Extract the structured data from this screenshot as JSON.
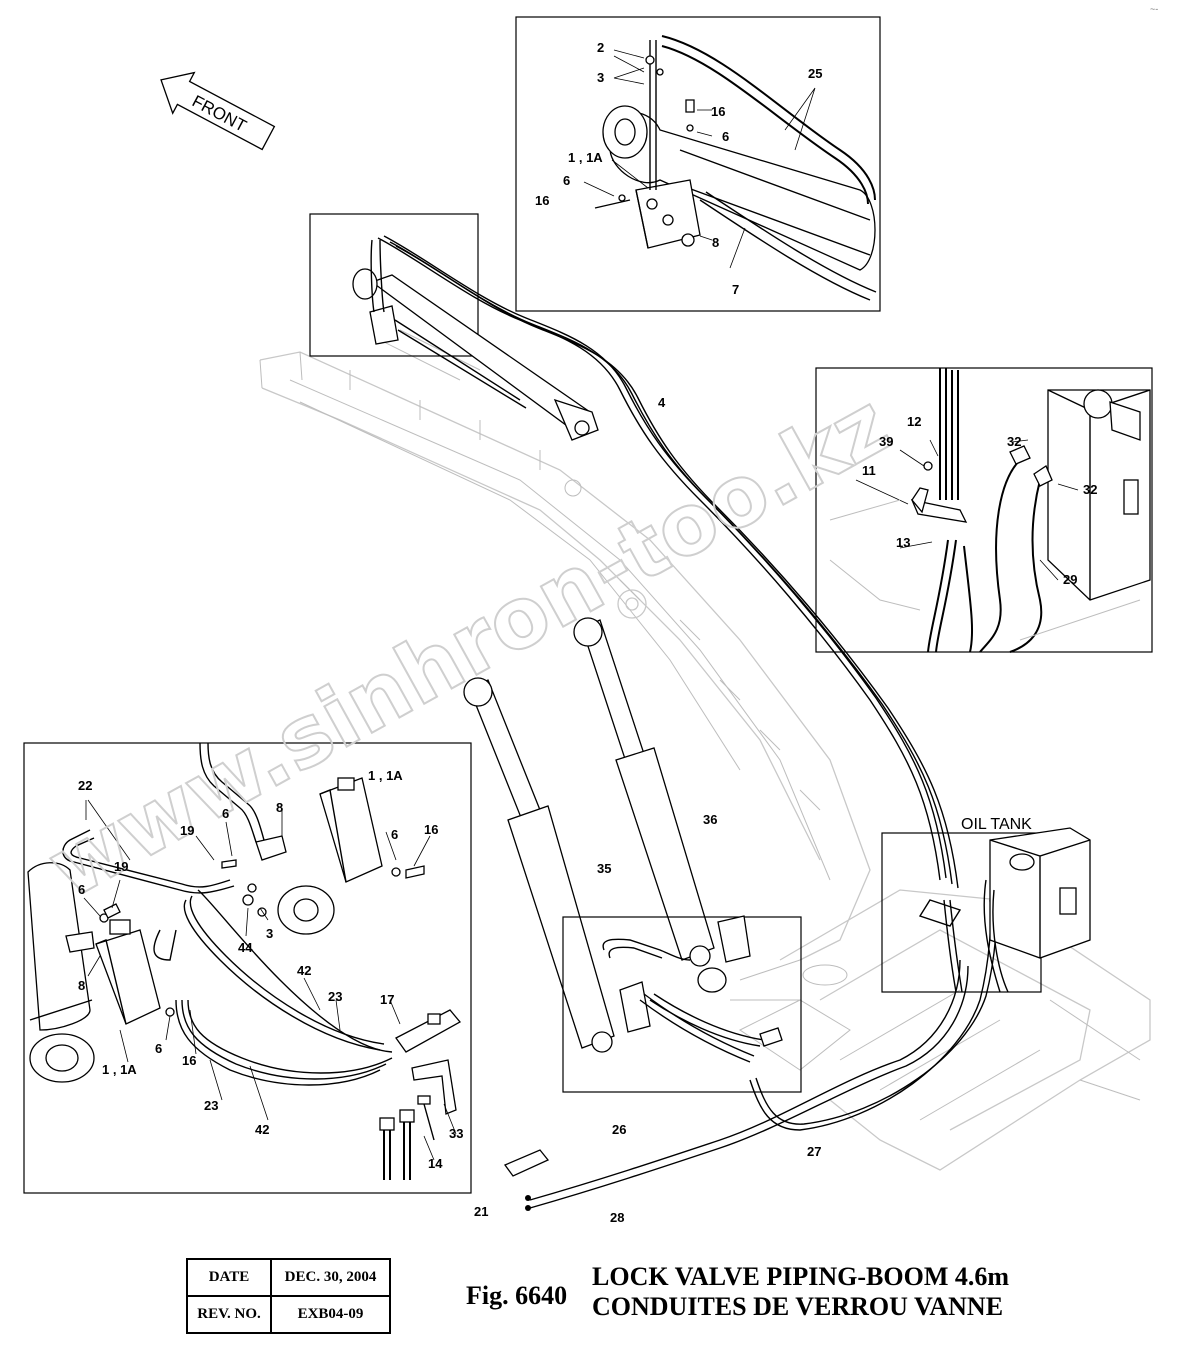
{
  "figure": {
    "number": "Fig. 6640",
    "title_en": "LOCK VALVE PIPING-BOOM 4.6m",
    "title_fr": "CONDUITES DE VERROU VANNE"
  },
  "info_table": {
    "date_label": "DATE",
    "date_value": "DEC. 30, 2004",
    "rev_label": "REV. NO.",
    "rev_value": "EXB04-09"
  },
  "orientation": {
    "front_label": "FRONT"
  },
  "tank": {
    "label": "OIL TANK"
  },
  "watermark": "www.sinhron-too.kz",
  "corner_mark": "~-",
  "callouts": {
    "top_detail": [
      "2",
      "3",
      "25",
      "16",
      "6",
      "1 , 1A",
      "6",
      "16",
      "8",
      "7"
    ],
    "right_detail": [
      "12",
      "39",
      "32",
      "11",
      "32",
      "13",
      "29"
    ],
    "main": [
      "4",
      "36",
      "35",
      "26",
      "27",
      "21",
      "28"
    ],
    "left_detail": [
      "22",
      "6",
      "8",
      "1 , 1A",
      "19",
      "6",
      "16",
      "19",
      "6",
      "44",
      "3",
      "8",
      "42",
      "23",
      "17",
      "6",
      "16",
      "1 , 1A",
      "23",
      "42",
      "33",
      "14"
    ]
  },
  "colors": {
    "line": "#000000",
    "background": "#ffffff",
    "watermark": "#cfcfcf",
    "ghost": "#bdbdbd"
  }
}
